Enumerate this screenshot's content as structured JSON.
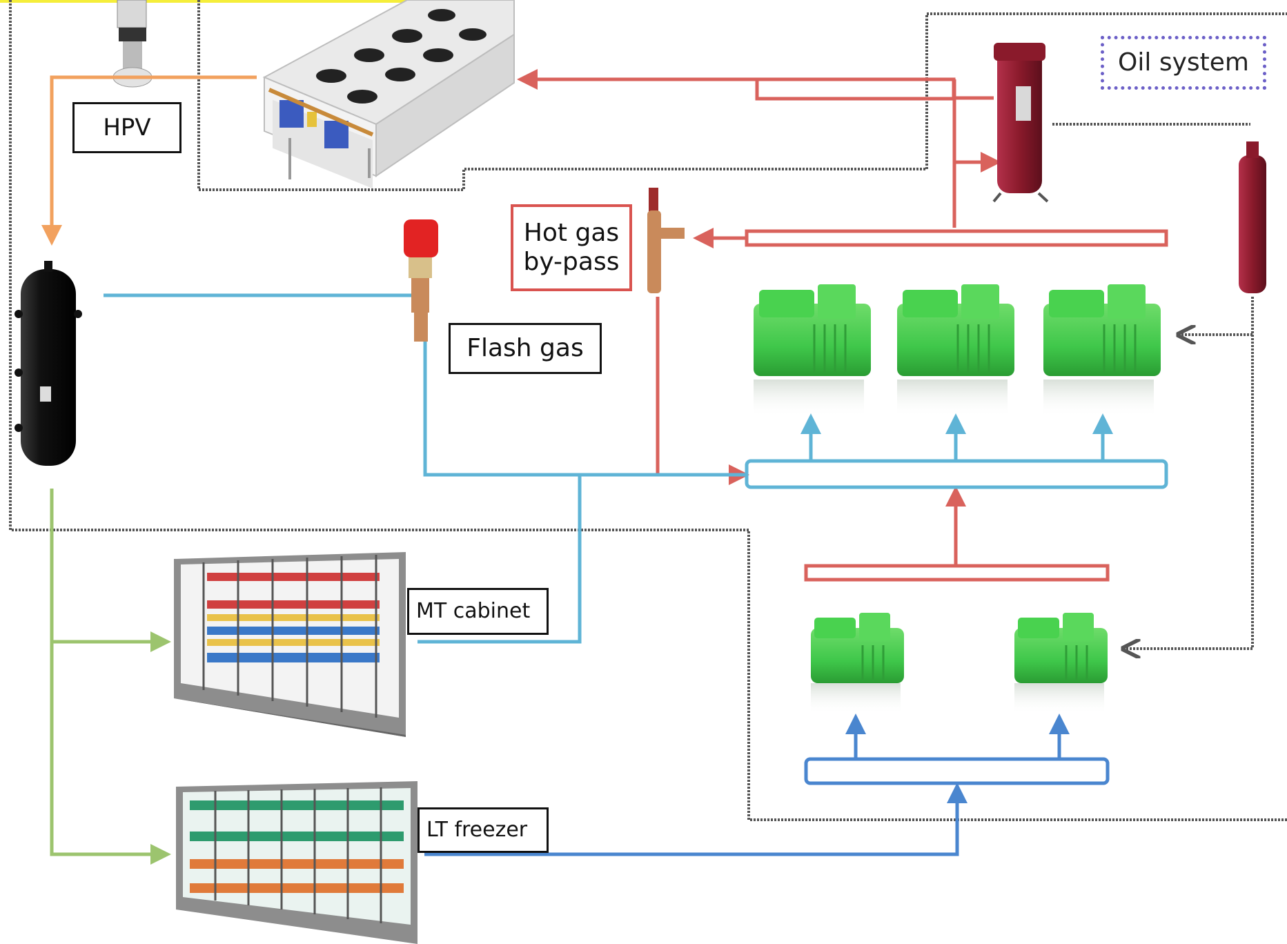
{
  "labels": {
    "hpv": "HPV",
    "hot_gas_line1": "Hot gas",
    "hot_gas_line2": "by-pass",
    "flash_gas": "Flash gas",
    "oil_system": "Oil system",
    "mt_cabinet": "MT cabinet",
    "lt_freezer": "LT freezer"
  },
  "colors": {
    "discharge_red": "#d9625c",
    "mt_suction_blue": "#5fb4d6",
    "lt_suction_blue": "#4a86cf",
    "liquid_green": "#9cc46e",
    "gascooler_orange": "#f2a15e",
    "compressor_green": "#3fc74a",
    "oil_dark_red": "#8a1a2b",
    "control_dotted": "#555555"
  },
  "icons": [
    "gas-cooler-icon",
    "hpv-valve-icon",
    "receiver-tank-icon",
    "expansion-valve-icon",
    "bypass-valve-icon",
    "oil-separator-icon",
    "oil-reservoir-icon",
    "mt-compressor-icon",
    "lt-compressor-icon",
    "mt-cabinet-icon",
    "lt-freezer-icon"
  ]
}
